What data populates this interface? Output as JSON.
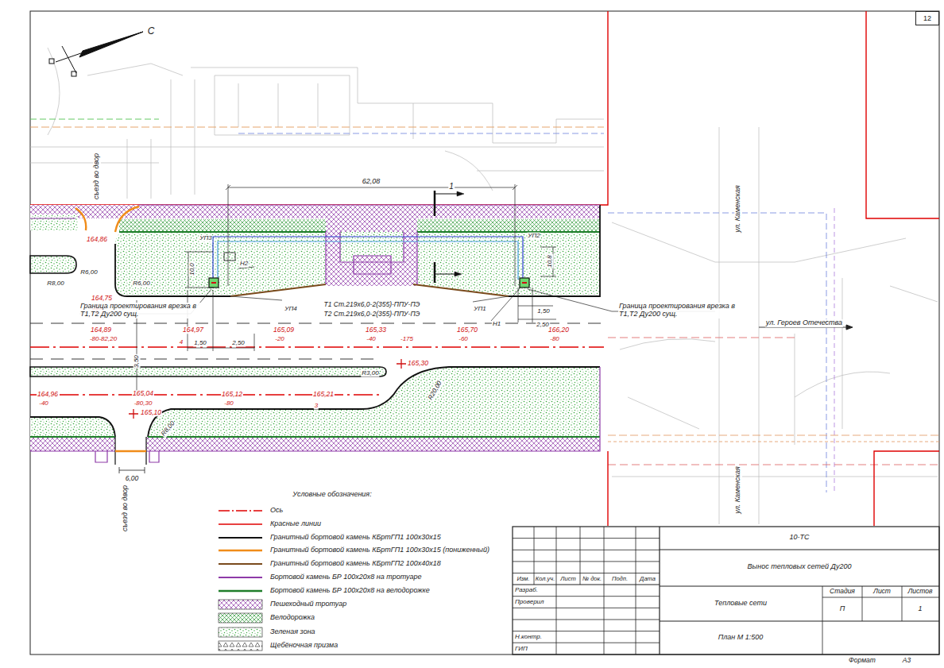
{
  "diagram": {
    "nodes": [
      {
        "text": [
          "12"
        ]
      }
    ],
    "labels": [
      "С",
      "съезд во двор",
      "съезд во двор",
      "62,08",
      "1",
      "УП3",
      "Н2",
      "УП4",
      "УП2",
      "УП1",
      "Н1",
      "Граница проектирования врезка в Т1,Т2 Ду200 сущ.",
      "Граница проектирования врезка в Т1,Т2 Ду200 сущ.",
      "Т1 Ст.219х6,0-2(355)-ППУ-ПЭ",
      "Т2 Ст.219х6,0-2(355)-ППУ-ПЭ",
      "1,50",
      "2,50",
      "1,50",
      "2,50",
      "10,0",
      "10,8",
      "164,86",
      "164,89",
      "-80-82,20",
      "164,97",
      "4",
      "165,09",
      "-20",
      "165,33",
      "-40",
      "-175",
      "165,70",
      "-60",
      "166,20",
      "-80",
      "164,75",
      "165,30",
      "164,96",
      "-40",
      "165,04",
      "-80,30",
      "165,10",
      "165,12",
      "-80",
      "165,21",
      "3",
      "3,50",
      "6,00",
      "R6,00",
      "R8,00",
      "R6,00",
      "R3,00",
      "R20,00",
      "R8,00",
      "ул. Каменская",
      "ул. Каменская",
      "ул. Героев Отечества",
      "Условные обозначения:",
      "Изм.",
      "Кол.уч.",
      "Лист",
      "№ док.",
      "Подп.",
      "Дата",
      "Разраб.",
      "Проверил",
      "Н.контр.",
      "ГИП",
      "10-ТС",
      "Вынос тепловых сетей Ду200",
      "Тепловые сети",
      "Стадия",
      "Лист",
      "Листов",
      "П",
      "1",
      "План М 1:500",
      "Формат",
      "А3"
    ],
    "legend": [
      {
        "text": "Ось"
      },
      {
        "text": "Красные линии"
      },
      {
        "text": "Гранитный бортовой камень КБртГП1 100х30х15"
      },
      {
        "text": "Гранитный бортовой камень КБртГП1 100х30х15 (пониженный)"
      },
      {
        "text": "Гранитный бортовой камень КБртГП2 100х40х18"
      },
      {
        "text": "Бортовой камень БР 100х20х8 на тротуаре"
      },
      {
        "text": "Бортовой камень БР 100х20х8 на велодорожке"
      },
      {
        "text": "Пешеходный тротуар"
      },
      {
        "text": "Велодорожка"
      },
      {
        "text": "Зеленая зона"
      },
      {
        "text": "Щебёночная призма"
      }
    ]
  }
}
